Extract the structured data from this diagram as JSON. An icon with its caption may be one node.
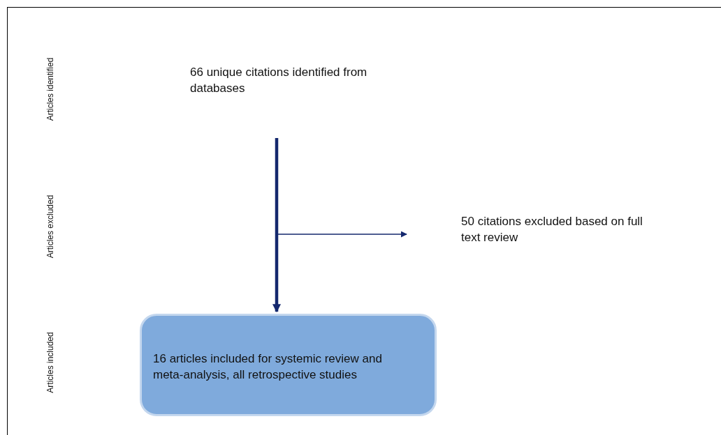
{
  "diagram": {
    "nodes": [
      {
        "text": [
          "66 unique citations identified from databases"
        ]
      },
      {
        "text": [
          "50 citations excluded based on full text review"
        ]
      },
      {
        "text": [
          "16 articles included for systemic review and meta-analysis, all retrospective studies"
        ]
      }
    ],
    "edges": [
      {
        "from": 0,
        "to": 2,
        "arrow": "to",
        "style": "thick"
      },
      {
        "from": 0,
        "to": 1,
        "arrow": "to"
      }
    ],
    "labels": [
      "Articles identified",
      "Articles excluded",
      "Articles included"
    ]
  }
}
